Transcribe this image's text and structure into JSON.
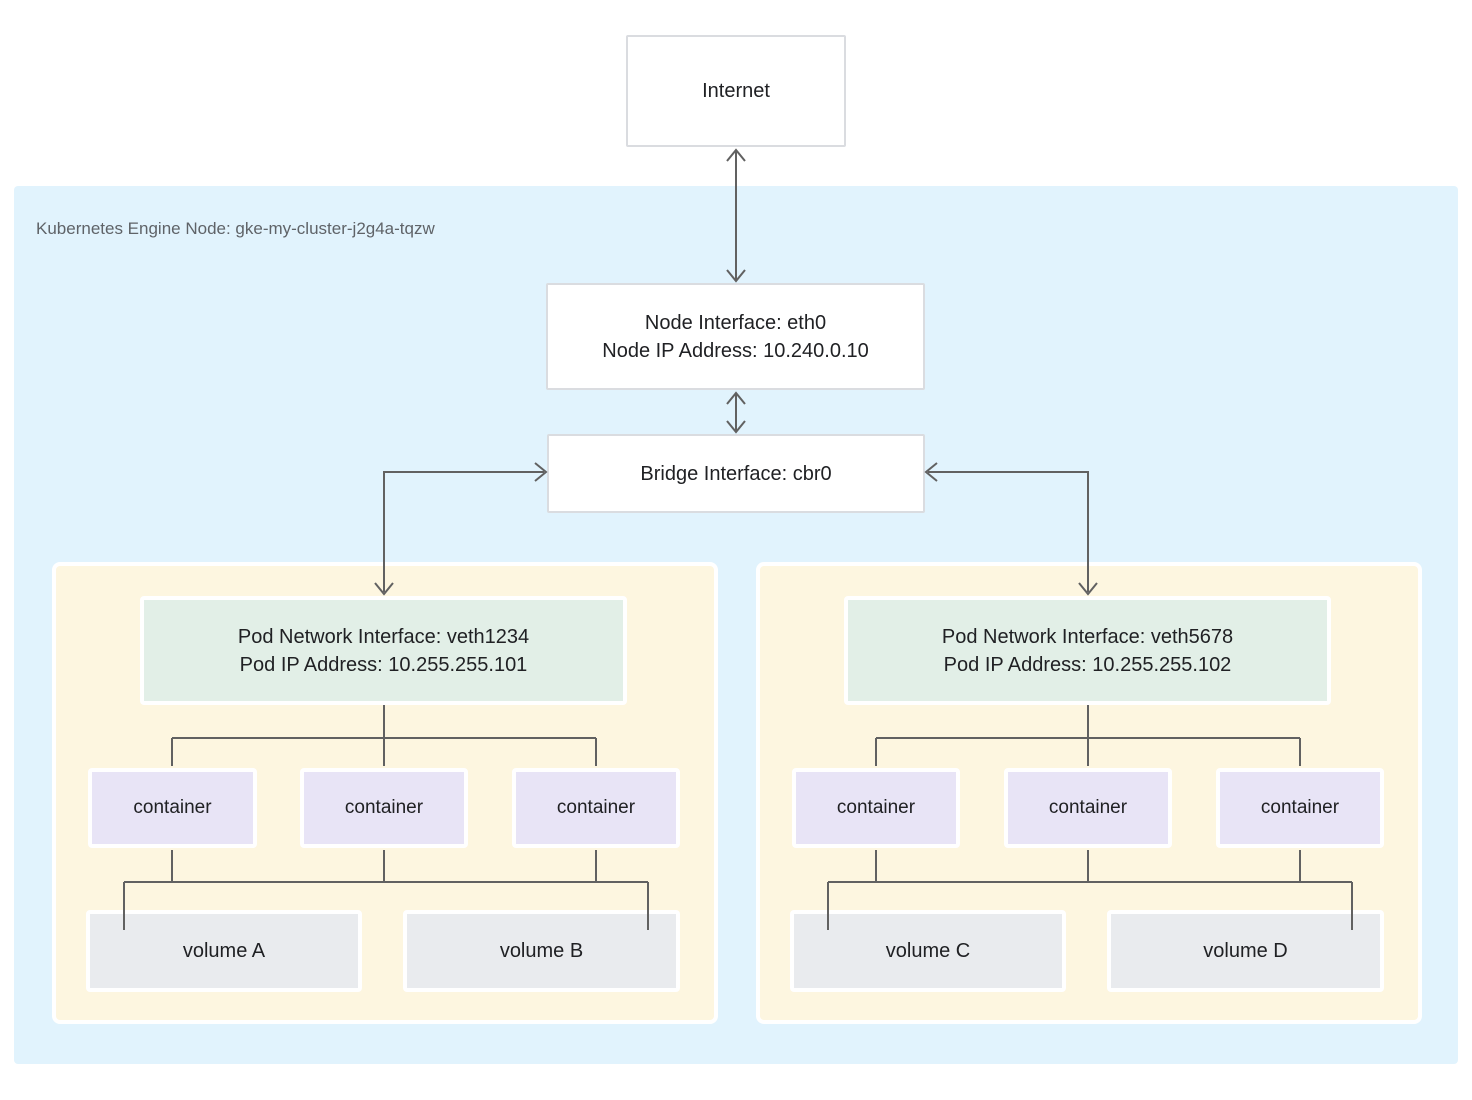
{
  "colors": {
    "node_bg": "#e1f3fd",
    "pod_bg": "#fdf6e0",
    "interface_bg": "#e2efe7",
    "container_bg": "#e8e4f6",
    "volume_bg": "#e9ebee",
    "box_border": "#dadce0",
    "connector": "#616161",
    "label_text": "#5f6368",
    "box_text": "#202124"
  },
  "internet": {
    "label": "Internet"
  },
  "node": {
    "title": "Kubernetes Engine Node: gke-my-cluster-j2g4a-tqzw",
    "interface": {
      "line1": "Node Interface: eth0",
      "line2": "Node IP Address: 10.240.0.10"
    },
    "bridge": {
      "label": "Bridge Interface: cbr0"
    }
  },
  "pods": [
    {
      "interface": {
        "line1": "Pod Network Interface: veth1234",
        "line2": "Pod IP Address: 10.255.255.101"
      },
      "containers": [
        {
          "label": "container"
        },
        {
          "label": "container"
        },
        {
          "label": "container"
        }
      ],
      "volumes": [
        {
          "label": "volume A"
        },
        {
          "label": "volume B"
        }
      ]
    },
    {
      "interface": {
        "line1": "Pod Network Interface: veth5678",
        "line2": "Pod IP Address: 10.255.255.102"
      },
      "containers": [
        {
          "label": "container"
        },
        {
          "label": "container"
        },
        {
          "label": "container"
        }
      ],
      "volumes": [
        {
          "label": "volume C"
        },
        {
          "label": "volume D"
        }
      ]
    }
  ]
}
